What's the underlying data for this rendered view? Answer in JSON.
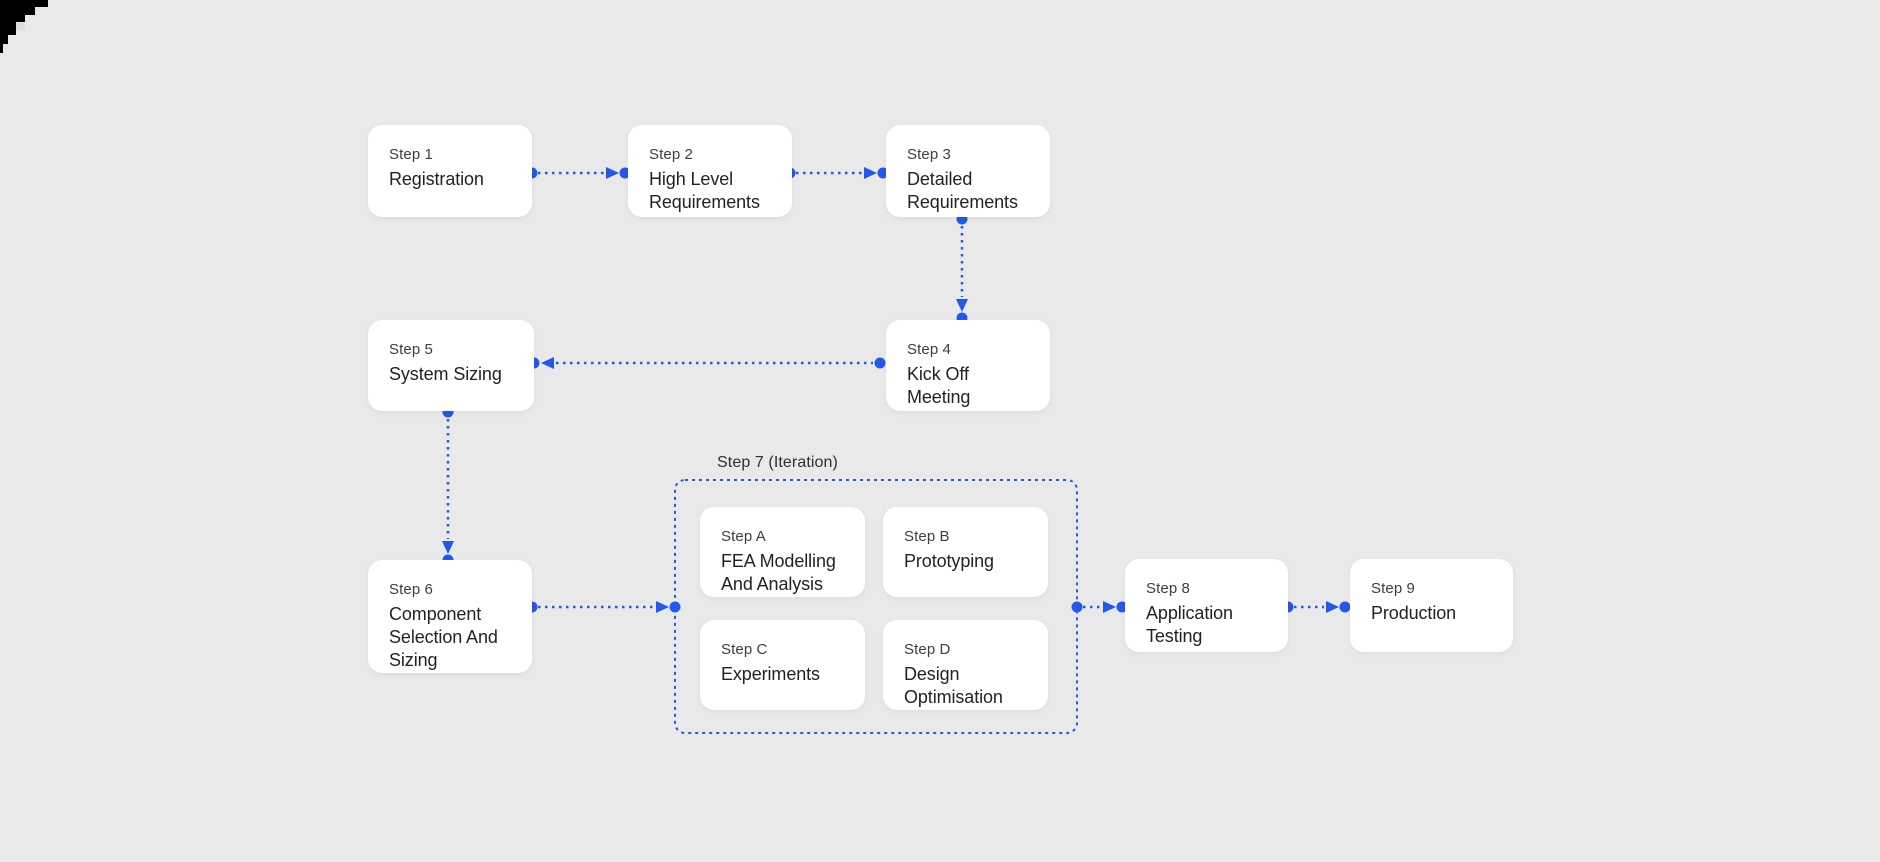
{
  "colors": {
    "background": "#e9e9e9",
    "card": "#ffffff",
    "accent_blue": "#2458e6",
    "label_text": "#3d3d46",
    "title_text": "#222228",
    "corner_decoration": "#000000"
  },
  "nodes": [
    {
      "id": "step-1",
      "label": "Step 1",
      "title": "Registration"
    },
    {
      "id": "step-2",
      "label": "Step 2",
      "title": "High Level Requirements"
    },
    {
      "id": "step-3",
      "label": "Step 3",
      "title": "Detailed Requirements"
    },
    {
      "id": "step-4",
      "label": "Step 4",
      "title": "Kick Off Meeting"
    },
    {
      "id": "step-5",
      "label": "Step 5",
      "title": "System Sizing"
    },
    {
      "id": "step-6",
      "label": "Step 6",
      "title": "Component Selection And Sizing"
    },
    {
      "id": "step-a",
      "label": "Step A",
      "title": "FEA Modelling And Analysis"
    },
    {
      "id": "step-b",
      "label": "Step B",
      "title": "Prototyping"
    },
    {
      "id": "step-c",
      "label": "Step C",
      "title": "Experiments"
    },
    {
      "id": "step-d",
      "label": "Step D",
      "title": "Design Optimisation"
    },
    {
      "id": "step-8",
      "label": "Step 8",
      "title": "Application Testing"
    },
    {
      "id": "step-9",
      "label": "Step 9",
      "title": "Production"
    }
  ],
  "iteration_group": {
    "label": "Step 7  (Iteration)"
  }
}
